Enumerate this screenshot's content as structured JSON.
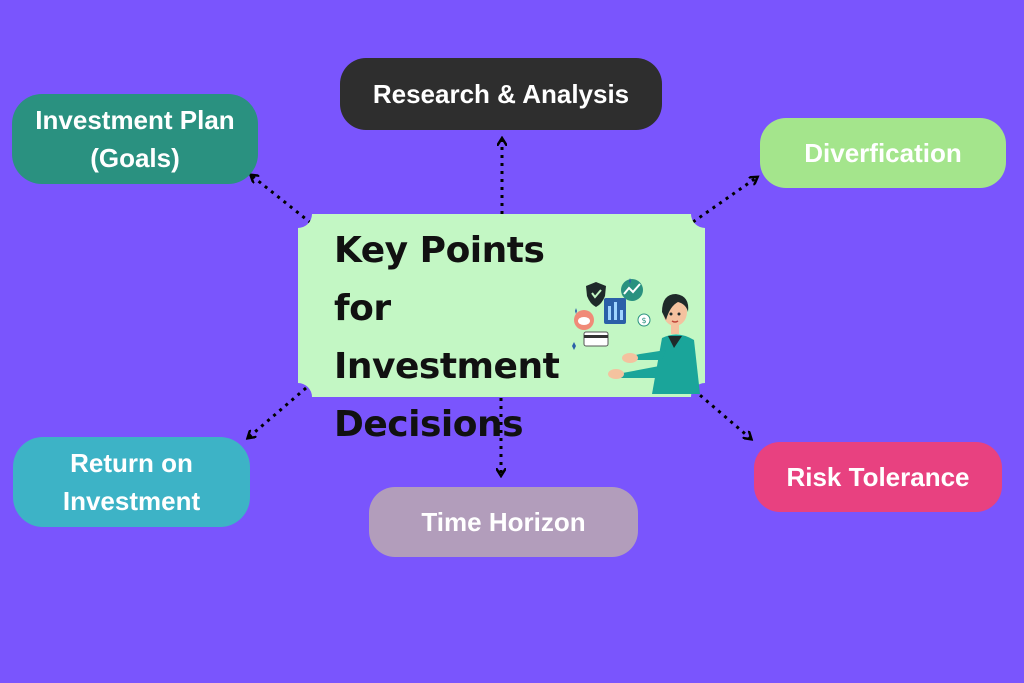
{
  "center": {
    "title": "Key Points for\nInvestment\nDecisions"
  },
  "nodes": {
    "investment_plan": "Investment Plan\n(Goals)",
    "research": "Research & Analysis",
    "diversification": "Diverfication",
    "return_on_investment": "Return on\nInvestment",
    "time_horizon": "Time Horizon",
    "risk_tolerance": "Risk Tolerance"
  },
  "colors": {
    "background": "#7a55fd",
    "center_card": "#c3f7c4",
    "investment_plan": "#2a9180",
    "research": "#2e2e2e",
    "diversification": "#a4e58c",
    "return_on_investment": "#3db3c6",
    "time_horizon": "#b29dbb",
    "risk_tolerance": "#e84180"
  },
  "illustration": {
    "icons": [
      "shield-icon",
      "chart-icon",
      "trend-icon",
      "dollar-icon",
      "piggy-bank-icon",
      "credit-card-icon",
      "person-presenting-icon"
    ]
  }
}
